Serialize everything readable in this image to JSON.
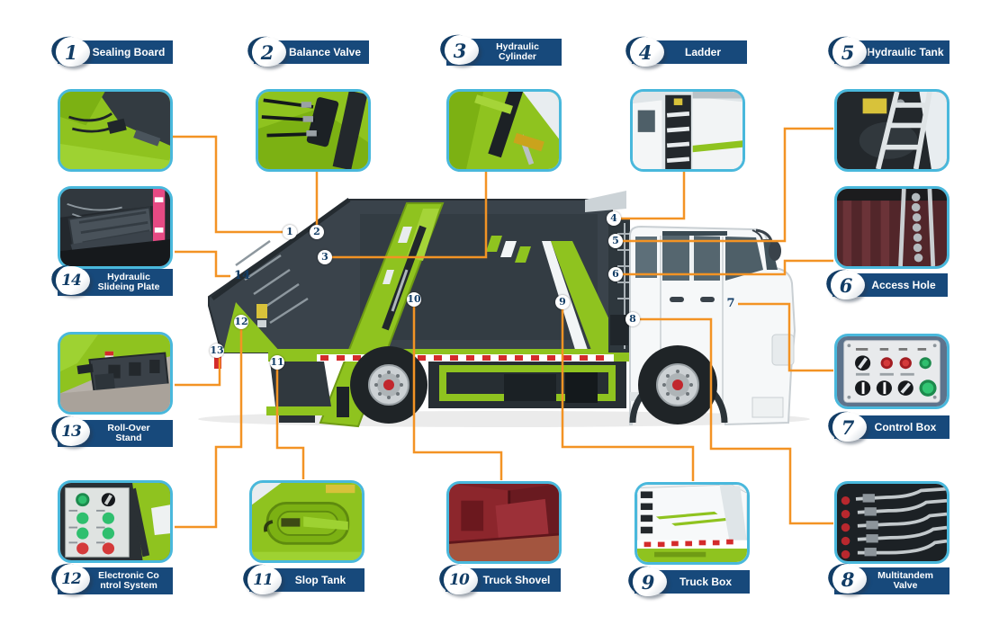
{
  "title": "Garbage compactor truck parts diagram",
  "colors": {
    "label_navy": "#17497b",
    "connector_orange": "#f39324",
    "thumb_border_blue": "#49b8dc",
    "truck_green": "#8fc31f",
    "body_gray": "#3a434b",
    "hub_red": "#c1272d"
  },
  "parts": [
    {
      "num": "1",
      "label": "Sealing Board",
      "label_lines": [
        "Sealing Board"
      ]
    },
    {
      "num": "2",
      "label": "Balance Valve",
      "label_lines": [
        "Balance Valve"
      ]
    },
    {
      "num": "3",
      "label": "Hydraulic Cylinder",
      "label_lines": [
        "Hydraulic",
        "Cylinder"
      ]
    },
    {
      "num": "4",
      "label": "Ladder",
      "label_lines": [
        "Ladder"
      ]
    },
    {
      "num": "5",
      "label": "Hydraulic Tank",
      "label_lines": [
        "Hydraulic Tank"
      ]
    },
    {
      "num": "6",
      "label": "Access Hole",
      "label_lines": [
        "Access Hole"
      ]
    },
    {
      "num": "7",
      "label": "Control Box",
      "label_lines": [
        "Control Box"
      ]
    },
    {
      "num": "8",
      "label": "Multitandem Valve",
      "label_lines": [
        "Multitandem",
        "Valve"
      ]
    },
    {
      "num": "9",
      "label": "Truck Box",
      "label_lines": [
        "Truck Box"
      ]
    },
    {
      "num": "10",
      "label": "Truck Shovel",
      "label_lines": [
        "Truck Shovel"
      ]
    },
    {
      "num": "11",
      "label": "Slop Tank",
      "label_lines": [
        "Slop Tank"
      ]
    },
    {
      "num": "12",
      "label": "Electronic Control System",
      "label_lines": [
        "Electronic Co",
        "ntrol System"
      ]
    },
    {
      "num": "13",
      "label": "Roll-Over Stand",
      "label_lines": [
        "Roll-Over",
        "Stand"
      ]
    },
    {
      "num": "14",
      "label": "Hydraulic Slideing Plate",
      "label_lines": [
        "Hydraulic",
        "Slideing Plate"
      ]
    }
  ]
}
